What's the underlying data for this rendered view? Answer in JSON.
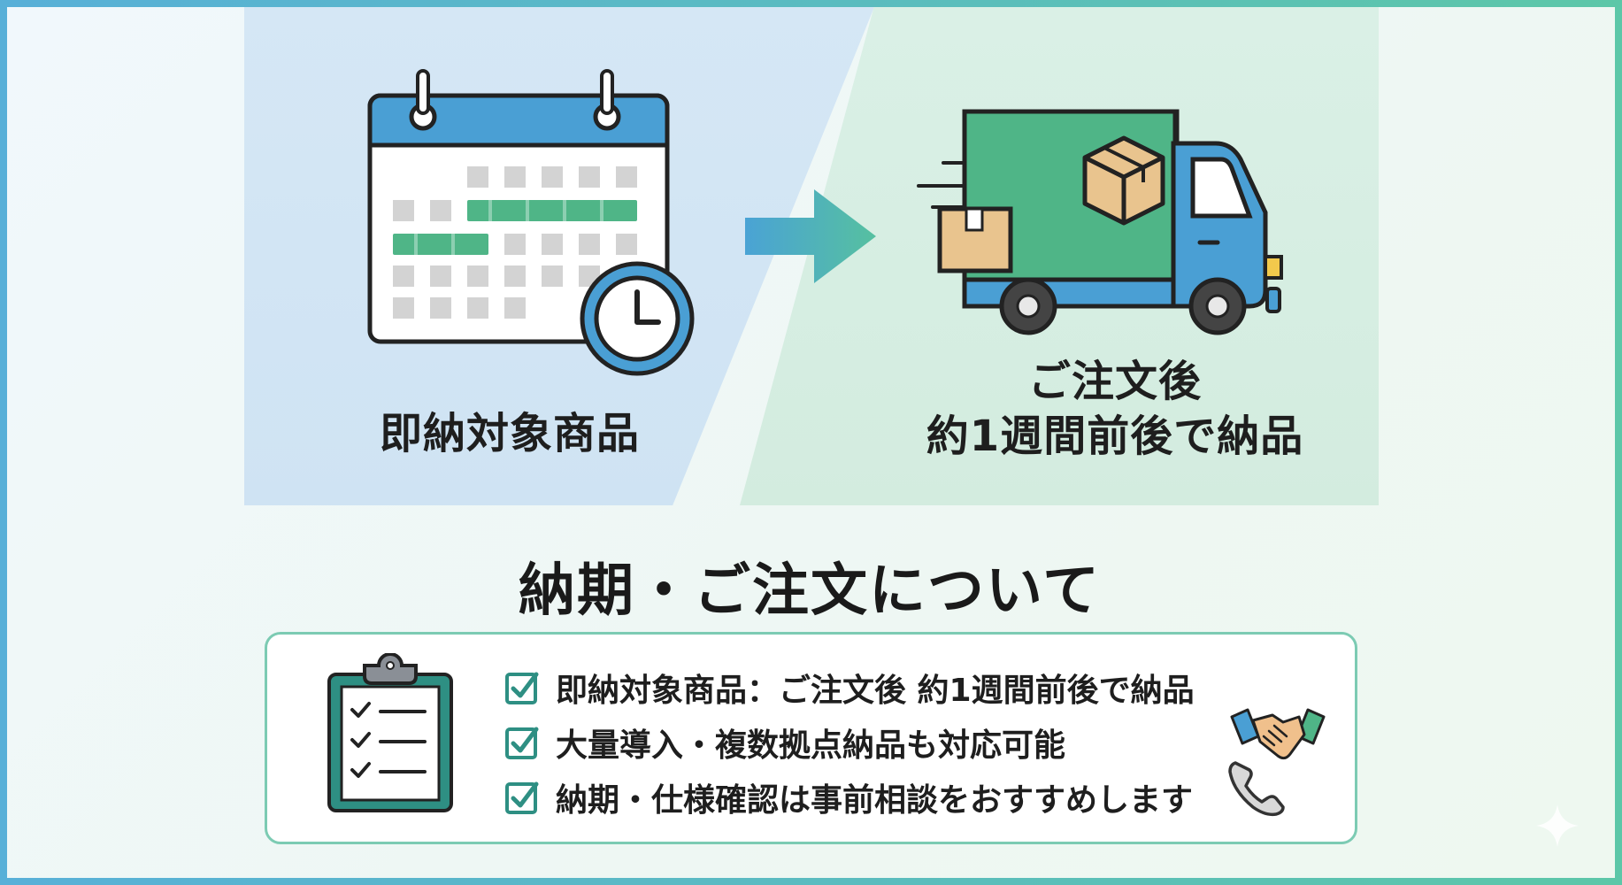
{
  "hero": {
    "left_label": "即納対象商品",
    "right_label_line1": "ご注文後",
    "right_label_line2": "約1週間前後で納品"
  },
  "section": {
    "title": "納期・ご注文について"
  },
  "info_card": {
    "items": [
      "即納対象商品：ご注文後 約1週間前後で納品",
      "大量導入・複数拠点納品も対応可能",
      "納期・仕様確認は事前相談をおすすめします"
    ]
  },
  "icons": {
    "calendar": "calendar-icon",
    "clock": "clock-icon",
    "arrow": "arrow-right-icon",
    "truck": "delivery-truck-icon",
    "box": "package-box-icon",
    "clipboard": "clipboard-checklist-icon",
    "checkbox": "checkbox-checked-icon",
    "handshake": "handshake-icon",
    "phone": "phone-icon"
  },
  "colors": {
    "blue": "#4a9fd4",
    "green": "#4fb587",
    "teal": "#2e8f83",
    "box": "#e9c48e",
    "dark": "#222222"
  }
}
